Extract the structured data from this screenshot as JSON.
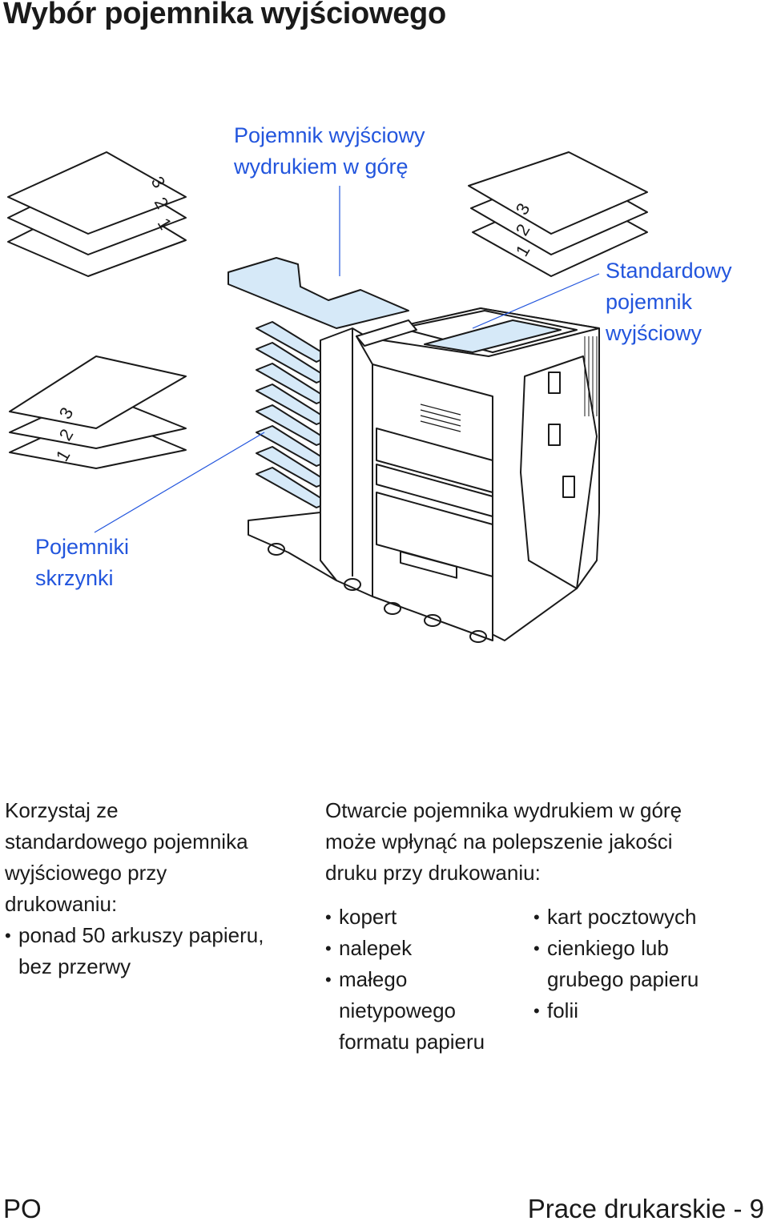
{
  "page": {
    "title": "Wybór pojemnika wyjściowego"
  },
  "callouts": {
    "top_tray": [
      "Pojemnik wyjściowy",
      "wydrukiem w górę"
    ],
    "standard_tray": [
      "Standardowy",
      "pojemnik",
      "wyjściowy"
    ],
    "mailbox_trays": [
      "Pojemniki",
      "skrzynki"
    ]
  },
  "stack_numbers": [
    "1",
    "2",
    "3"
  ],
  "left_column": {
    "intro_lines": [
      "Korzystaj ze",
      "standardowego pojemnika",
      "wyjściowego przy",
      "drukowaniu:"
    ],
    "items": [
      "ponad 50 arkuszy papieru, bez przerwy"
    ]
  },
  "right_column": {
    "intro_lines": [
      "Otwarcie pojemnika wydrukiem w górę",
      "może wpłynąć na polepszenie jakości",
      "druku przy drukowaniu:"
    ],
    "items_a": [
      "kopert",
      "nalepek",
      "małego nietypowego formatu papieru"
    ],
    "items_b": [
      "kart pocztowych",
      "cienkiego lub grubego papieru",
      "folii"
    ]
  },
  "footer": {
    "left": "PO",
    "right": "Prace drukarskie - 9"
  },
  "colors": {
    "callout": "#2255dd",
    "tray_fill": "#d6e9f8",
    "line": "#1a1a1a"
  }
}
